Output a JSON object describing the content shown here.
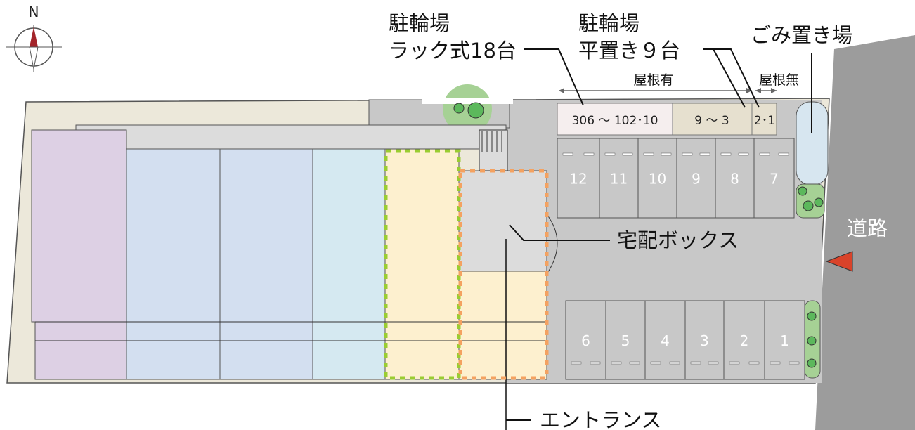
{
  "compass": {
    "north_label": "N"
  },
  "labels": {
    "bike_rack_title": "駐輪場",
    "bike_rack_sub": "ラック式18台",
    "bike_flat_title": "駐輪場",
    "bike_flat_sub": "平置き９台",
    "garbage": "ごみ置き場",
    "roofed": "屋根有",
    "unroofed": "屋根無",
    "delivery_box": "宅配ボックス",
    "entrance": "エントランス",
    "road": "道路"
  },
  "bike_cells": [
    {
      "text": "306 〜 102･10",
      "color": "#f5eeee"
    },
    {
      "text": "9 〜 3",
      "color": "#e6e0cf"
    },
    {
      "text": "2･1",
      "color": "#e6e0cf"
    }
  ],
  "parking_top": [
    "12",
    "11",
    "10",
    "9",
    "8",
    "7"
  ],
  "parking_bottom": [
    "6",
    "5",
    "4",
    "3",
    "2",
    "1"
  ],
  "colors": {
    "entrance_outline": "#f4a261",
    "rack_outline": "#9acd32",
    "arrow": "#d9432a"
  }
}
